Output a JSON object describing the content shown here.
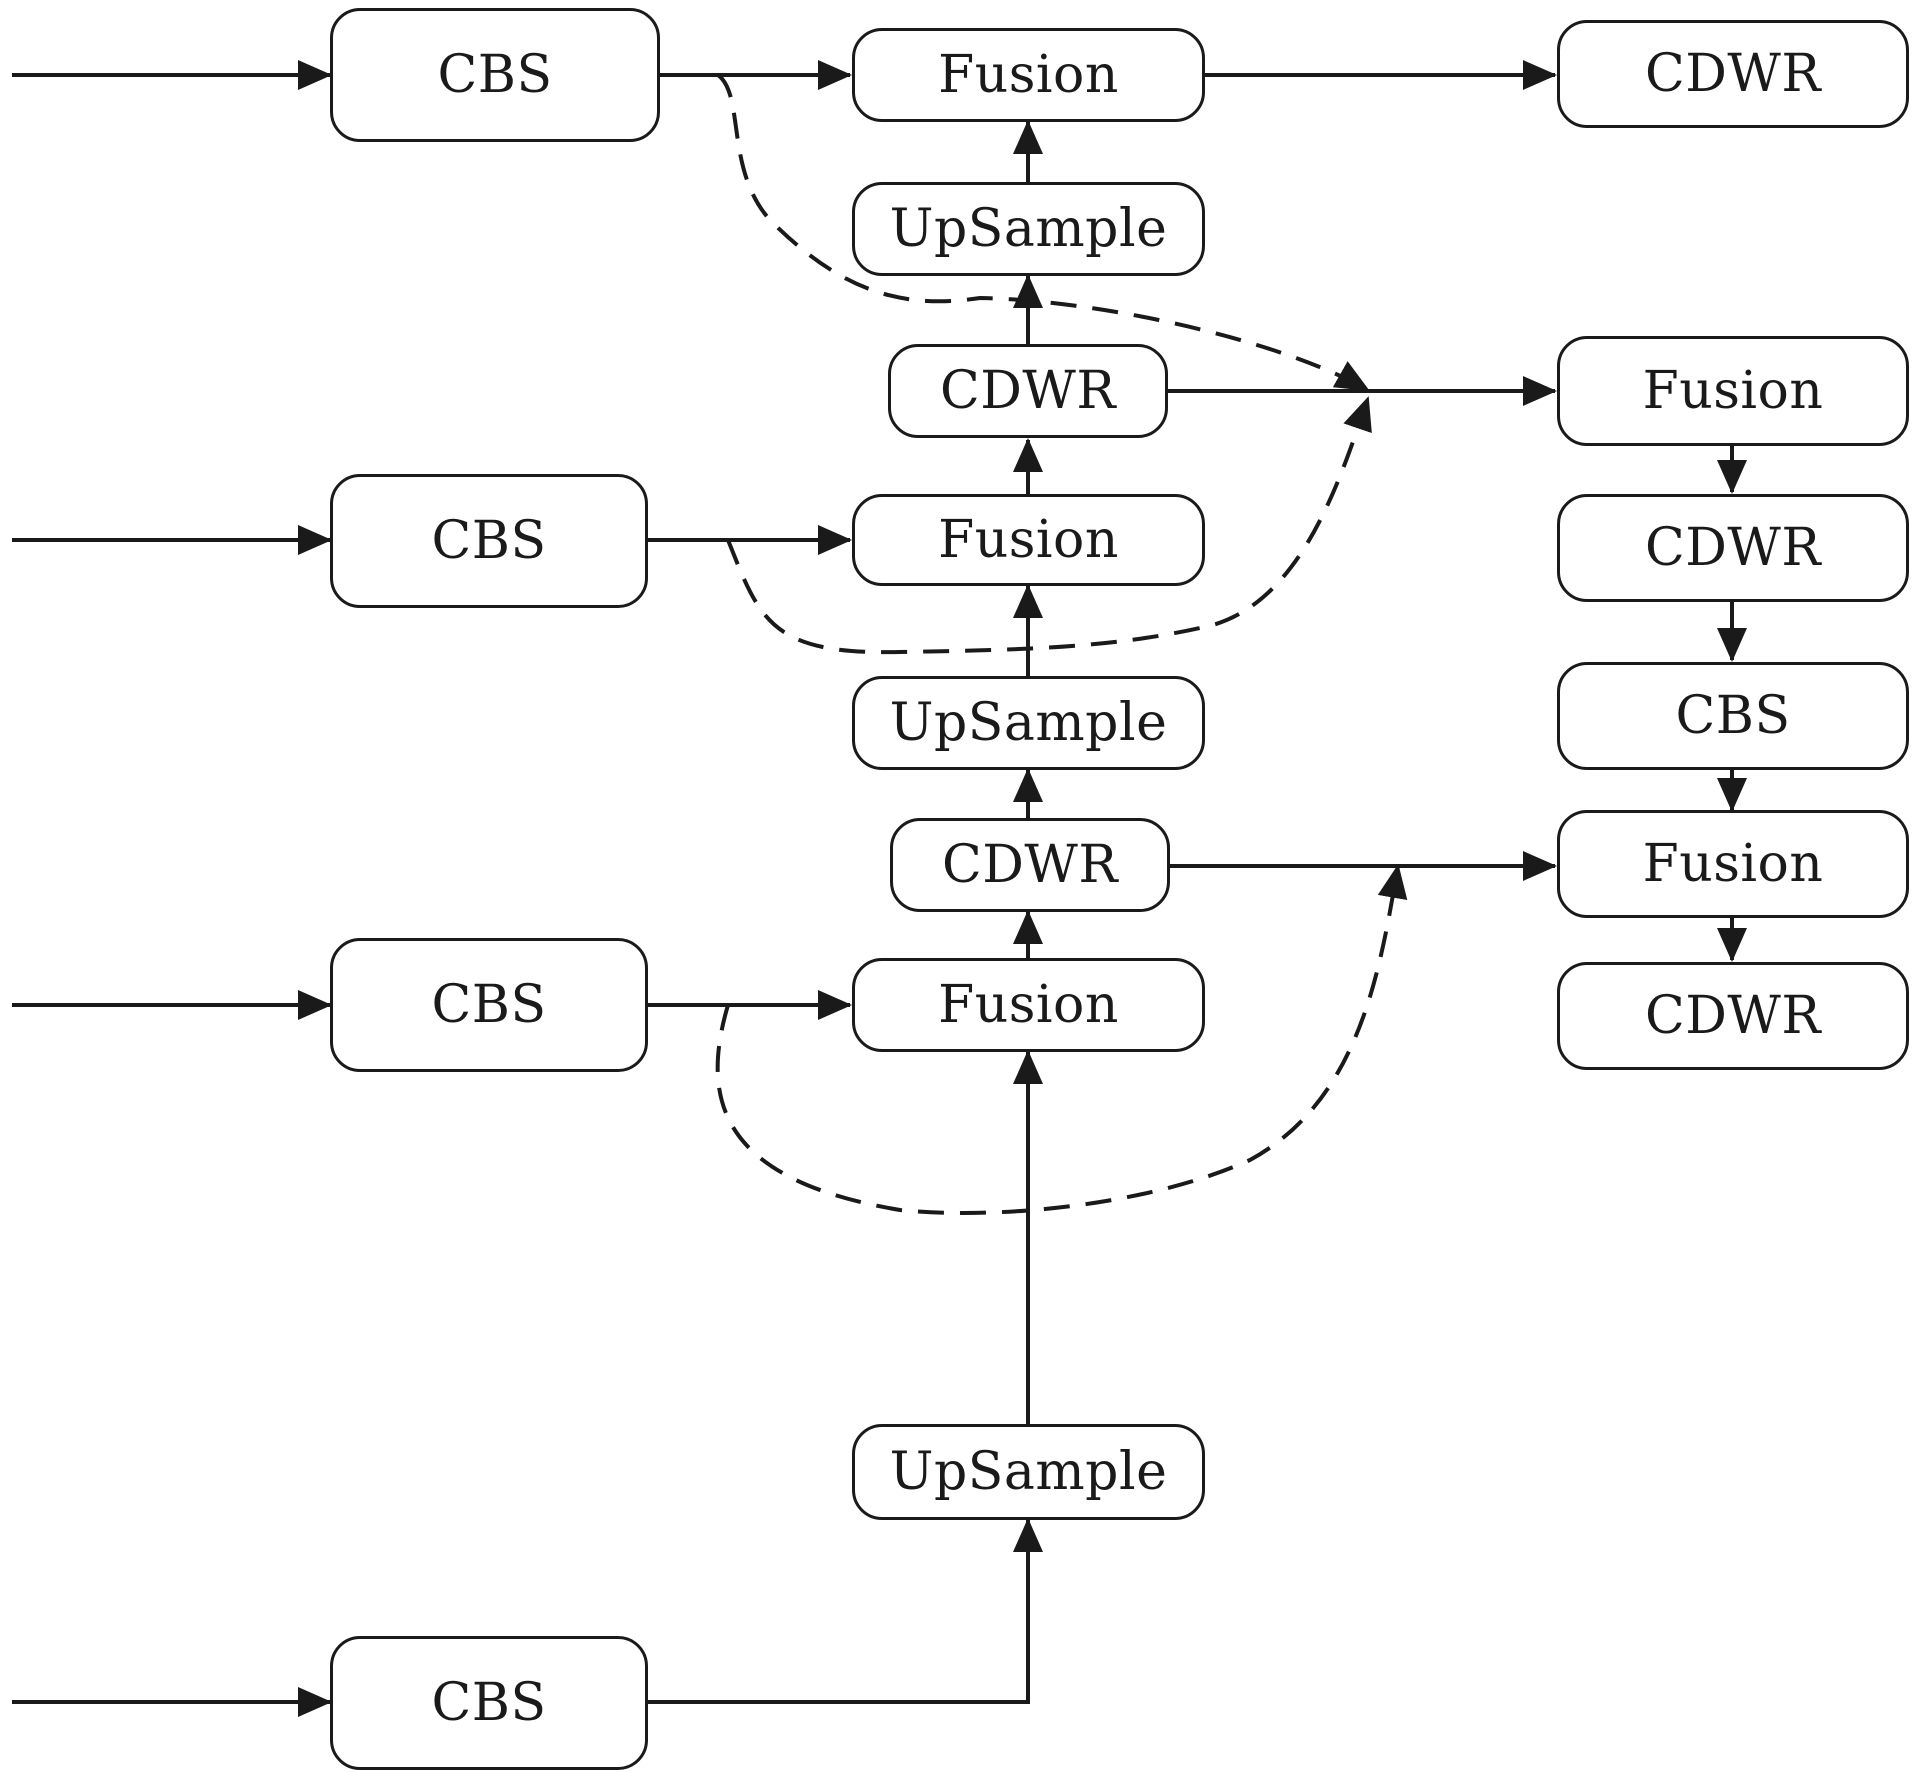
{
  "labels": {
    "cbs": "CBS",
    "fusion": "Fusion",
    "upsample": "UpSample",
    "cdwr": "CDWR"
  },
  "colors": {
    "line": "#1a1a1a",
    "background": "#ffffff"
  }
}
